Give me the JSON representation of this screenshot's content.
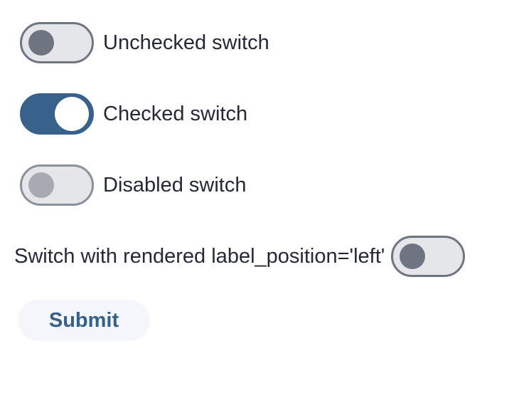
{
  "switches": [
    {
      "label": "Unchecked switch",
      "state": "unchecked",
      "disabled": false,
      "label_position": "right"
    },
    {
      "label": "Checked switch",
      "state": "checked",
      "disabled": false,
      "label_position": "right"
    },
    {
      "label": "Disabled switch",
      "state": "unchecked",
      "disabled": true,
      "label_position": "right"
    },
    {
      "label": "Switch with rendered label_position='left'",
      "state": "unchecked",
      "disabled": false,
      "label_position": "left"
    }
  ],
  "button": {
    "label": "Submit"
  },
  "colors": {
    "checked_track": "#38628c",
    "unchecked_track_fill": "#e5e6ea",
    "unchecked_border": "#6f7580",
    "unchecked_knob": "#6f7580",
    "disabled_border": "#8b9099",
    "disabled_knob": "#a7aab1",
    "label_text": "#232936",
    "button_background": "#f5f6fb",
    "button_text": "#33618c",
    "page_background": "#ffffff"
  }
}
